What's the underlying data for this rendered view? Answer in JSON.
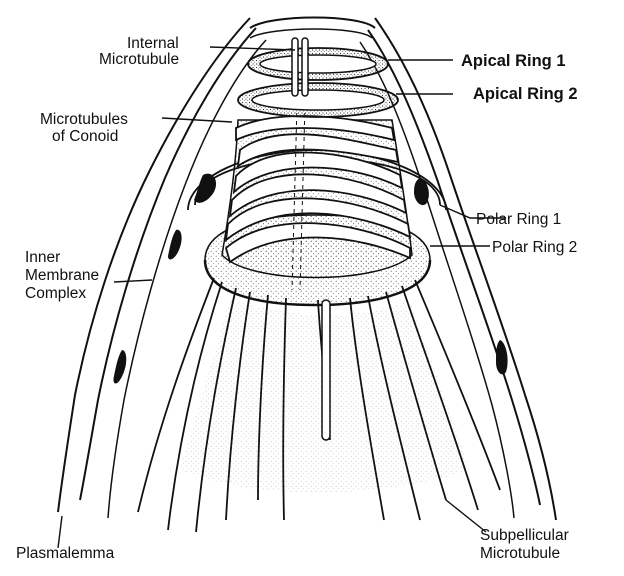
{
  "labels": {
    "internal_microtubule": [
      "Internal",
      "Microtubule"
    ],
    "microtubules_of_conoid": [
      "Microtubules",
      "of Conoid"
    ],
    "inner_membrane_complex": [
      "Inner",
      "Membrane",
      "Complex"
    ],
    "plasmalemma": "Plasmalemma",
    "apical_ring_1": "Apical Ring 1",
    "apical_ring_2": "Apical Ring 2",
    "polar_ring_1": "Polar Ring  1",
    "polar_ring_2": "Polar Ring 2",
    "subpellicular_microtubule": [
      "Subpellicular",
      "Microtubule"
    ]
  },
  "colors": {
    "ink": "#111111",
    "paper": "#ffffff",
    "stipple": "#555555"
  }
}
